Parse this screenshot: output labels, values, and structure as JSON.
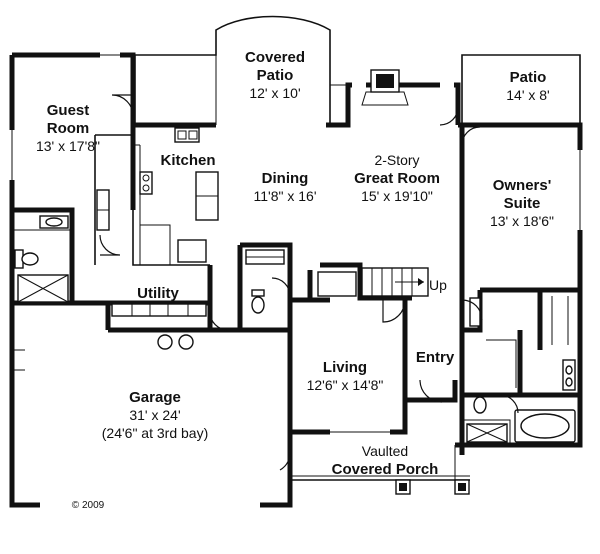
{
  "rooms": {
    "covered_patio": {
      "name_1": "Covered",
      "name_2": "Patio",
      "size": "12' x 10'"
    },
    "patio": {
      "name": "Patio",
      "size": "14' x 8'"
    },
    "guest_room": {
      "name_1": "Guest",
      "name_2": "Room",
      "size": "13' x 17'8\""
    },
    "kitchen": {
      "name": "Kitchen"
    },
    "dining": {
      "name": "Dining",
      "size": "11'8\" x 16'"
    },
    "great_room": {
      "name_1": "2-Story",
      "name_2": "Great Room",
      "size": "15' x 19'10\""
    },
    "owners_suite": {
      "name_1": "Owners'",
      "name_2": "Suite",
      "size": "13' x 18'6\""
    },
    "utility": {
      "name": "Utility"
    },
    "garage": {
      "name": "Garage",
      "size": "31' x 24'",
      "note": "(24'6\" at 3rd bay)"
    },
    "living": {
      "name": "Living",
      "size": "12'6\" x 14'8\""
    },
    "entry": {
      "name": "Entry"
    },
    "covered_porch": {
      "name_1": "Vaulted",
      "name_2": "Covered Porch"
    }
  },
  "stair_label": "Up",
  "copyright": "© 2009"
}
